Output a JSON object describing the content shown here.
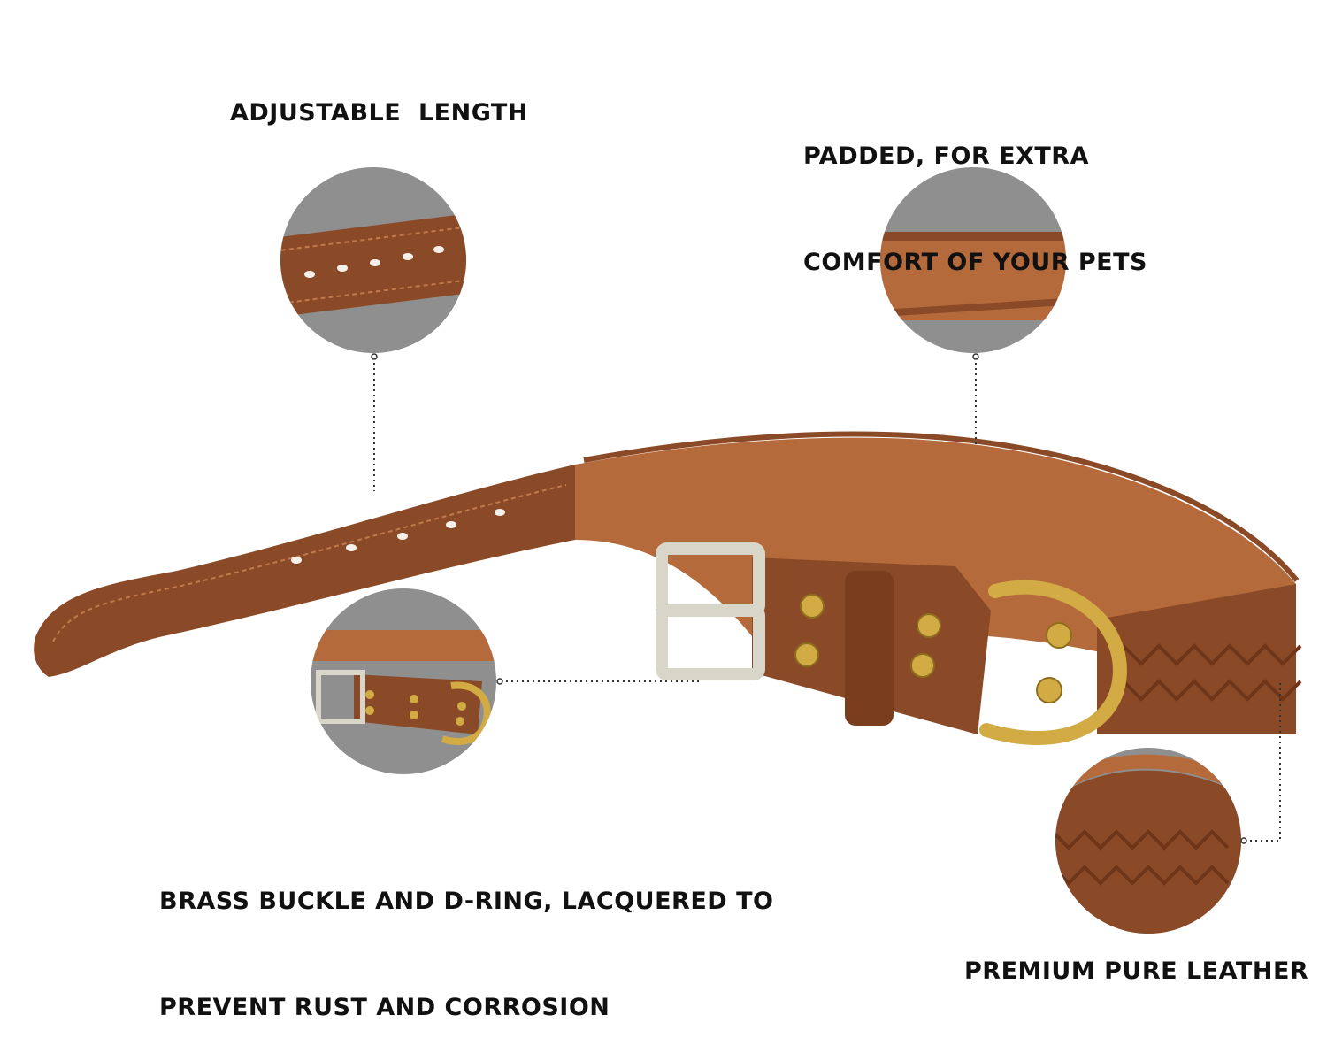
{
  "features": {
    "adjustable": {
      "label": "ADJUSTABLE  LENGTH"
    },
    "padded": {
      "lines": [
        "PADDED, FOR EXTRA",
        "COMFORT OF YOUR PETS"
      ]
    },
    "hardware": {
      "lines": [
        "BRASS BUCKLE AND D-RING, LACQUERED TO",
        "PREVENT RUST AND CORROSION"
      ]
    },
    "leather": {
      "label": "PREMIUM PURE LEATHER"
    }
  },
  "colors": {
    "leather": "#8b4a27",
    "leather_dark": "#6e3519",
    "padding": "#b56a3c",
    "brass": "#d2ab45",
    "chrome": "#d8d6c8",
    "circle_bg": "#8f8f8f",
    "text": "#111111"
  }
}
